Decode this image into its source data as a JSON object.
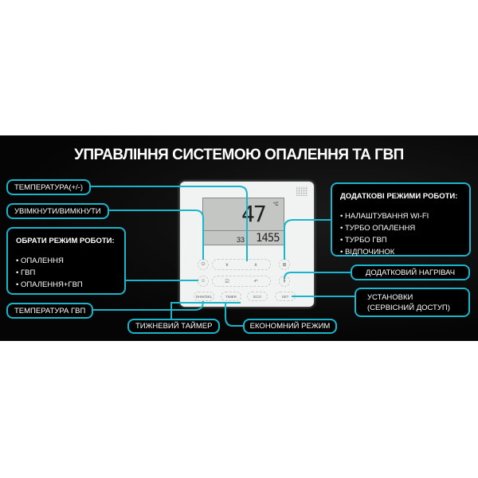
{
  "title": "УПРАВЛІННЯ СИСТЕМОЮ ОПАЛЕННЯ ТА ГВП",
  "accent": "#19b6cb",
  "labels": {
    "temp": "ТЕМПЕРАТУРА(+/-)",
    "power": "УВІМКНУТИ/ВИМКНУТИ",
    "mode_title": "ОБРАТИ РЕЖИМ РОБОТИ:",
    "modes": [
      "ОПАЛЕННЯ",
      "ГВП",
      "ОПАЛЕННЯ+ГВП"
    ],
    "dhw_temp": "ТЕМПЕРАТУРА ГВП",
    "timer": "ТИЖНЕВИЙ ТАЙМЕР",
    "eco": "ЕКОНОМНИЙ РЕЖИМ",
    "extra_title": "ДОДАТКОВІ РЕЖИМИ РОБОТИ:",
    "extra": [
      "НАЛАШТУВАННЯ WI-FI",
      "ТУРБО ОПАЛЕННЯ",
      "ТУРБО ГВП",
      "ВІДПОЧИНОК"
    ],
    "heater": "ДОДАТКОВИЙ НАГРІВАЧ",
    "settings": "УСТАНОВКИ\n(СЕРВІСНИЙ ДОСТУП)"
  },
  "device": {
    "temp": "47",
    "unit": "°C",
    "day": "33",
    "clock": "1455",
    "buttons": {
      "dhw": "DHW/DEL",
      "timer": "TIMER",
      "eco": "ECO",
      "set": "SET"
    }
  }
}
